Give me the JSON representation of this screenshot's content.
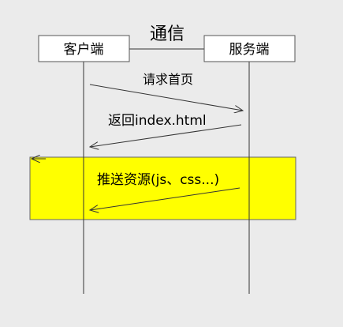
{
  "diagram": {
    "title": "通信",
    "participants": {
      "client": "客户端",
      "server": "服务端"
    },
    "messages": {
      "request": "请求首页",
      "response": "返回index.html",
      "push": "推送资源(js、css...)"
    },
    "colors": {
      "background": "#ebebeb",
      "line": "#333333",
      "box_fill": "#ffffff",
      "box_stroke": "#555555",
      "highlight_fill": "#ffff00",
      "highlight_stroke": "#666666",
      "text": "#000000"
    }
  }
}
